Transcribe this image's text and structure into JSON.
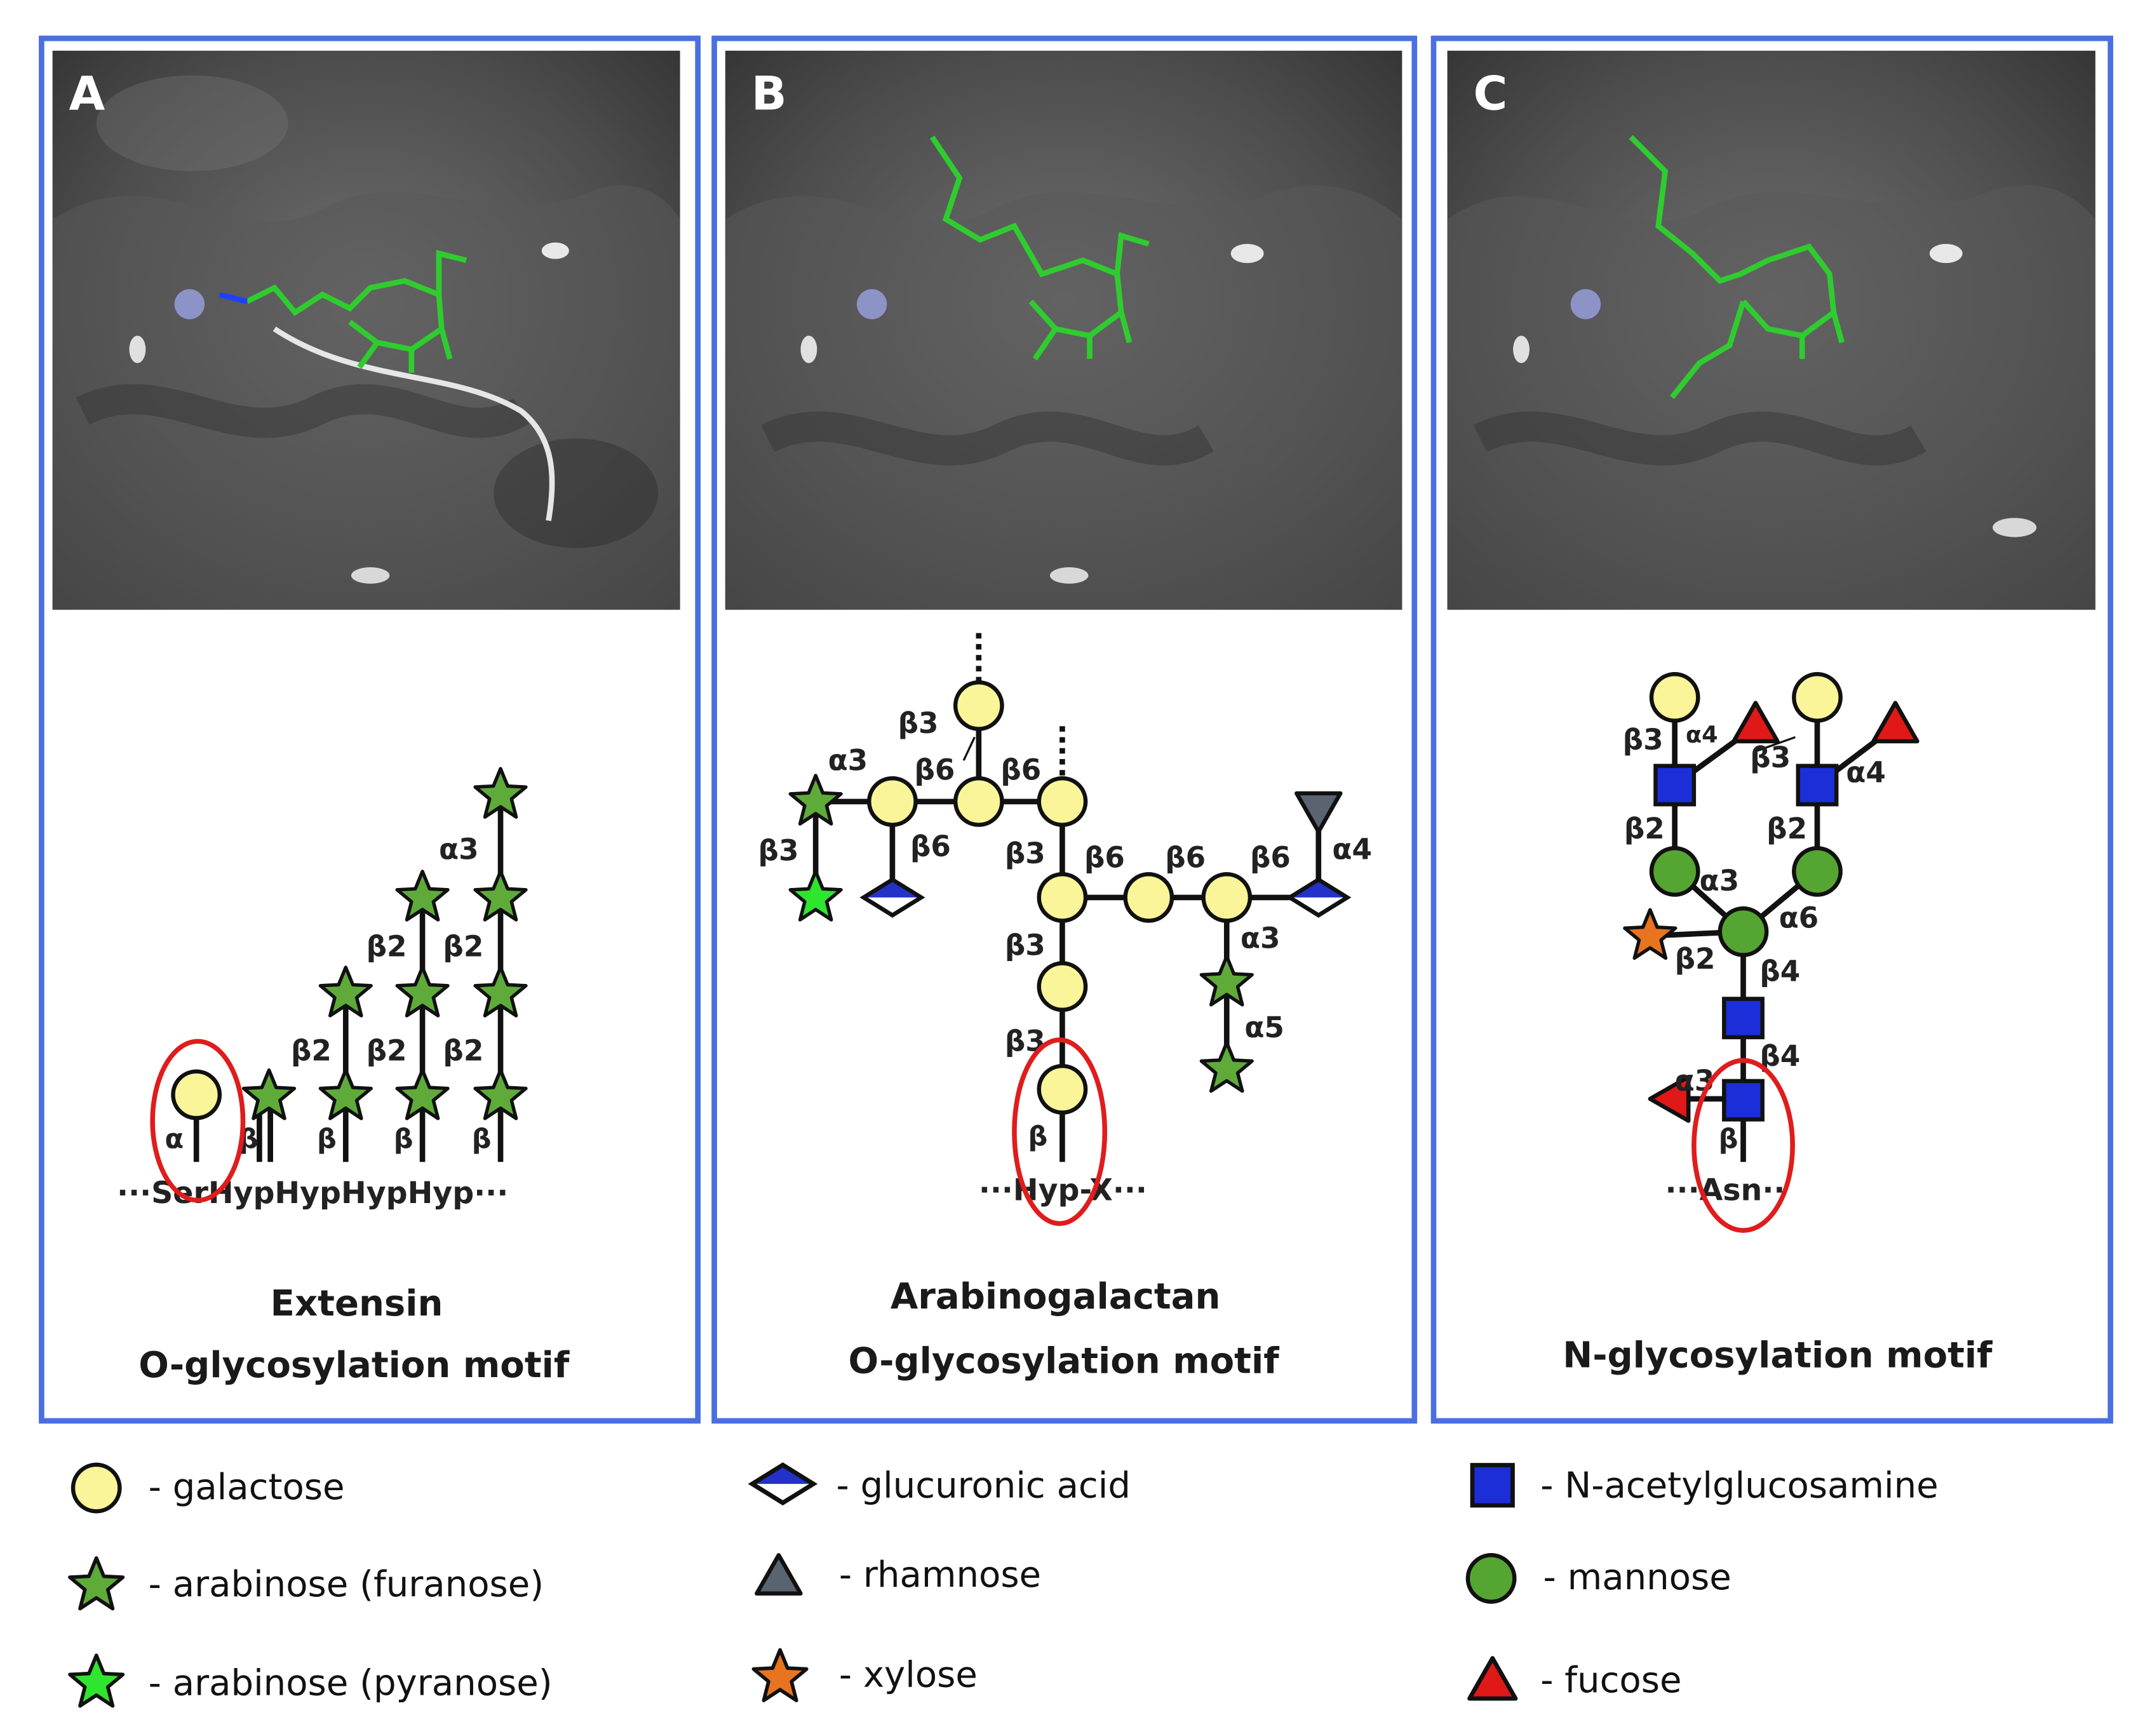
{
  "panels": [
    {
      "letter": "A",
      "title_line1": "Extensin",
      "title_line2": "O-glycosylation motif",
      "sequence": "···SerHypHypHypHyp···"
    },
    {
      "letter": "B",
      "title_line1": "Arabinogalactan",
      "title_line2": "O-glycosylation motif",
      "sequence": "···Hyp-X···"
    },
    {
      "letter": "C",
      "title_line1": "N-glycosylation motif",
      "sequence": "···Asn··"
    }
  ],
  "linkages": {
    "a": [
      "α",
      "β",
      "β",
      "β",
      "β",
      "β2",
      "β2",
      "β2",
      "β2",
      "β2",
      "α3"
    ],
    "b": [
      "α3",
      "β3",
      "β6",
      "β6",
      "β3",
      "β6",
      "β3",
      "β6",
      "β6",
      "β6",
      "α4",
      "β3",
      "α3",
      "α5",
      "β3",
      "β"
    ],
    "c": [
      "β3",
      "α4",
      "β3",
      "α4",
      "β2",
      "β2",
      "α3",
      "α6",
      "β2",
      "β4",
      "β4",
      "α3",
      "β"
    ]
  },
  "legend": {
    "col1": [
      "- galactose",
      "- arabinose (furanose)",
      "- arabinose (pyranose)"
    ],
    "col2": [
      "- glucuronic acid",
      "- rhamnose",
      "- xylose"
    ],
    "col3": [
      "- N-acetylglucosamine",
      "- mannose",
      "- fucose"
    ]
  },
  "colors": {
    "frame": "#4a6fe0",
    "galactose": "#fbf59a",
    "arabinose_furanose": "#5fab3a",
    "arabinose_pyranose": "#2ee62e",
    "glcnac": "#1b2ed8",
    "mannose": "#55a532",
    "fucose": "#e01818",
    "rhamnose": "#5a6470",
    "xylose": "#e8741f",
    "highlight": "#e01c1c"
  },
  "icons": [
    "galactose-circle-icon",
    "arabinose-furanose-star-icon",
    "arabinose-pyranose-star-icon",
    "glucuronic-acid-diamond-icon",
    "rhamnose-triangle-icon",
    "xylose-star-icon",
    "glcnac-square-icon",
    "mannose-circle-icon",
    "fucose-triangle-icon"
  ]
}
